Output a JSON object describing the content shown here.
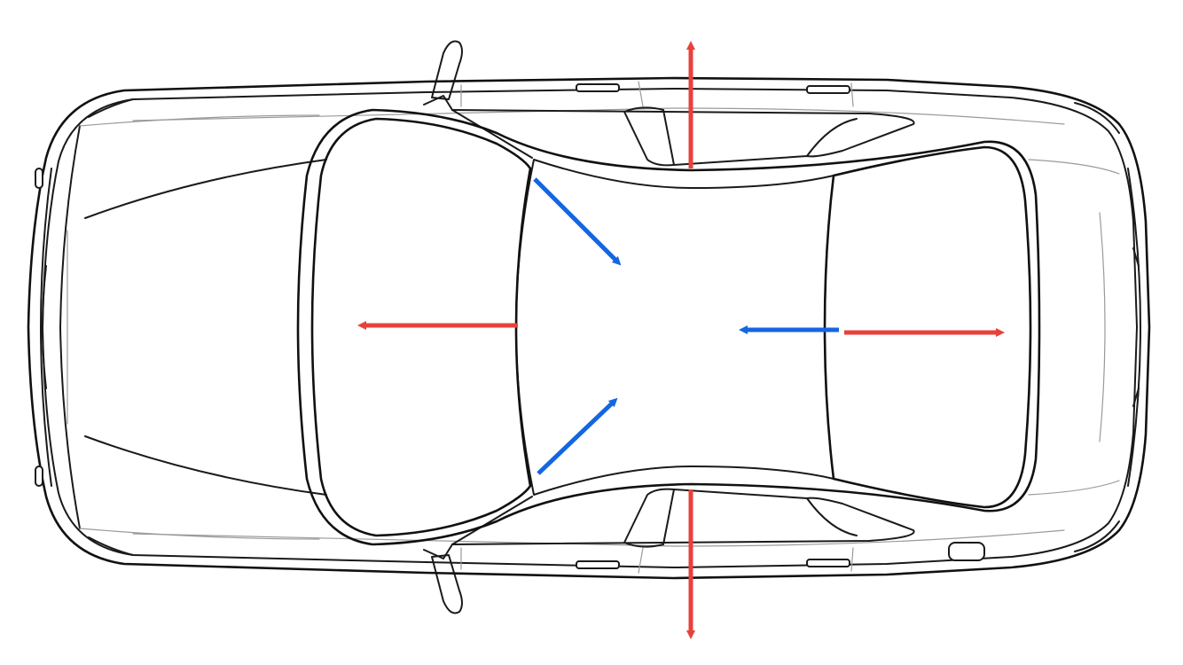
{
  "diagram": {
    "subject": "car-top-view",
    "colors": {
      "background": "#ffffff",
      "outline": "#1a1a1a",
      "detail": "#9a9a9a",
      "red_arrow": "#e8413c",
      "blue_arrow": "#1466e0"
    },
    "arrows": [
      {
        "id": "roof-up",
        "color": "red",
        "direction": "up"
      },
      {
        "id": "roof-down",
        "color": "red",
        "direction": "down"
      },
      {
        "id": "windshield-left",
        "color": "red",
        "direction": "left"
      },
      {
        "id": "rear-window-right",
        "color": "red",
        "direction": "right"
      },
      {
        "id": "rear-window-inward",
        "color": "blue",
        "direction": "left"
      },
      {
        "id": "front-top-corner-inward",
        "color": "blue",
        "direction": "down-right"
      },
      {
        "id": "front-bottom-corner-inward",
        "color": "blue",
        "direction": "up-right"
      }
    ]
  }
}
